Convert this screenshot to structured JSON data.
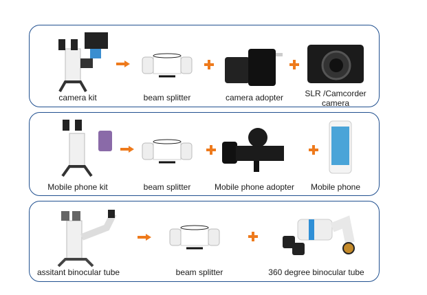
{
  "accent_color": "#ee7a1c",
  "border_color": "#1f4f8f",
  "rows": [
    {
      "items": [
        {
          "label": "camera kit",
          "icon": "microscope-with-camera-icon"
        },
        {
          "label": "beam splitter",
          "icon": "beam-splitter-icon"
        },
        {
          "label": "camera adopter",
          "icon": "camera-adapter-icon"
        },
        {
          "label": "SLR /Camcorder",
          "label2": "camera",
          "icon": "slr-camera-icon"
        }
      ]
    },
    {
      "items": [
        {
          "label": "Mobile phone kit",
          "icon": "microscope-with-phone-icon"
        },
        {
          "label": "beam splitter",
          "icon": "beam-splitter-icon"
        },
        {
          "label": "Mobile phone adopter",
          "icon": "phone-adapter-icon"
        },
        {
          "label": "Mobile  phone",
          "icon": "smartphone-icon"
        }
      ]
    },
    {
      "items": [
        {
          "label": "assitant binocular tube",
          "icon": "microscope-with-assistant-tube-icon"
        },
        {
          "label": "beam splitter",
          "icon": "beam-splitter-icon"
        },
        {
          "label": "360 degree binocular tube",
          "icon": "binocular-tube-icon"
        }
      ]
    }
  ]
}
